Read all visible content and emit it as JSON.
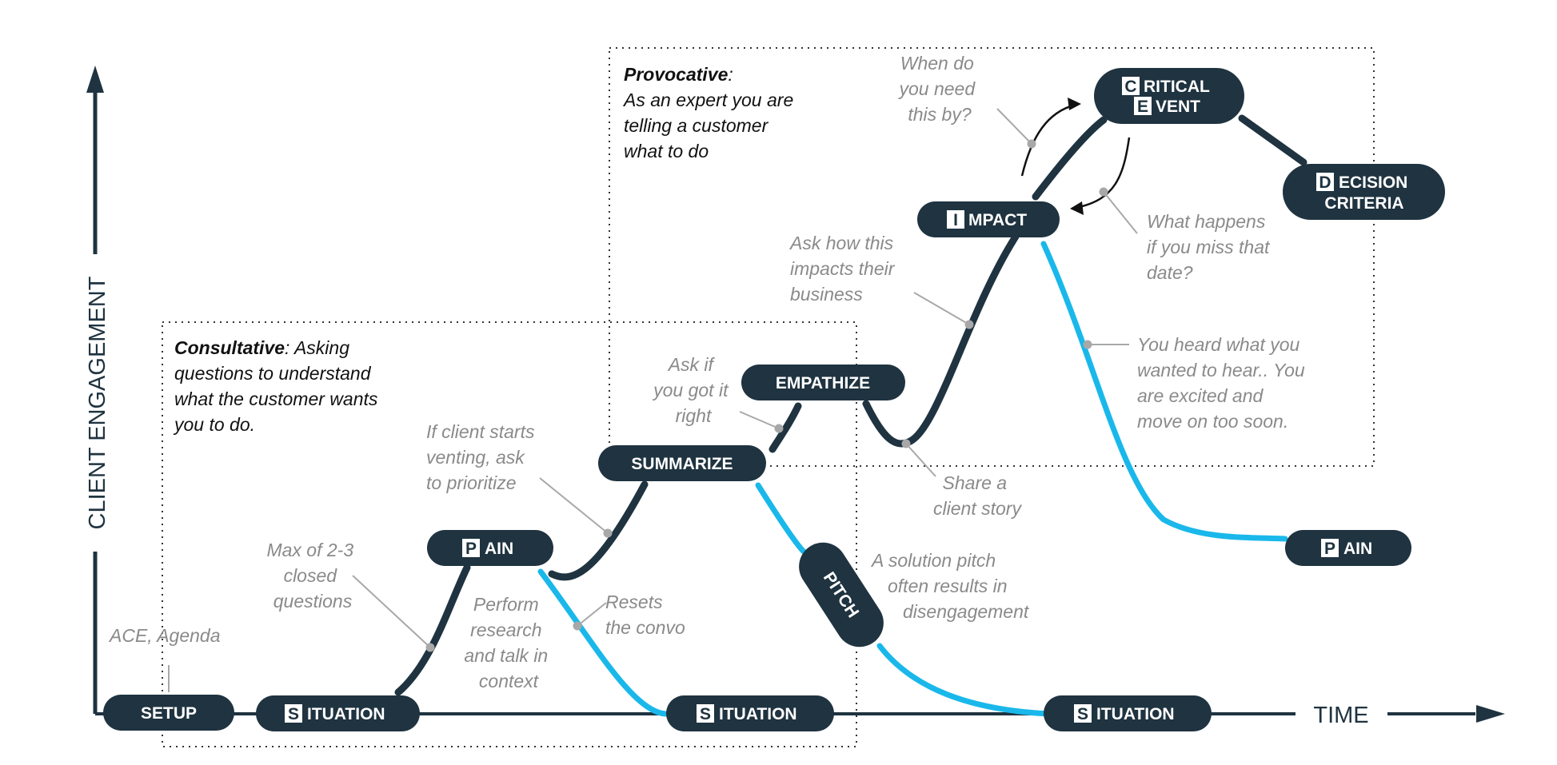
{
  "colors": {
    "dark": "#1f3340",
    "accent": "#1ab8ea",
    "note": "#8a8a8a",
    "leader": "#a8a8a8"
  },
  "axes": {
    "y_label": "CLIENT ENGAGEMENT",
    "x_label": "TIME"
  },
  "boxes": {
    "consultative": {
      "bold": "Consultative",
      "lines": [
        ": Asking",
        "questions to understand",
        "what the customer wants",
        "you to do."
      ]
    },
    "provocative": {
      "bold": "Provocative",
      "lines": [
        ":",
        "As an expert you are",
        "telling a customer",
        "what to do"
      ]
    }
  },
  "nodes": {
    "setup": {
      "text": "SETUP"
    },
    "situation_1": {
      "letter": "S",
      "text": "ITUATION"
    },
    "pain_1": {
      "letter": "P",
      "text": "AIN"
    },
    "situation_2": {
      "letter": "S",
      "text": "ITUATION"
    },
    "summarize": {
      "text": "SUMMARIZE"
    },
    "empathize": {
      "text": "EMPATHIZE"
    },
    "pitch": {
      "text": "PITCH"
    },
    "impact": {
      "letter": "I",
      "text": "MPACT"
    },
    "critical_event": {
      "letter_1": "C",
      "text_1": "RITICAL",
      "letter_2": "E",
      "text_2": "VENT"
    },
    "decision_criteria": {
      "letter": "D",
      "text_1": "ECISION",
      "text_2": "CRITERIA"
    },
    "situation_3": {
      "letter": "S",
      "text": "ITUATION"
    },
    "pain_2": {
      "letter": "P",
      "text": "AIN"
    }
  },
  "annotations": {
    "ace_agenda": [
      "ACE, Agenda"
    ],
    "max_closed": [
      "Max of 2-3",
      "closed",
      "questions"
    ],
    "venting": [
      "If client starts",
      "venting, ask",
      "to prioritize"
    ],
    "research": [
      "Perform",
      "research",
      "and talk in",
      "context"
    ],
    "resets": [
      "Resets",
      "the convo"
    ],
    "got_it_right": [
      "Ask if",
      "you got it",
      "right"
    ],
    "client_story": [
      "Share a",
      "client story"
    ],
    "pitch_result": [
      "A solution pitch",
      "often results in",
      "disengagement"
    ],
    "impacts_business": [
      "Ask how this",
      "impacts their",
      "business"
    ],
    "need_by": [
      "When do",
      "you need",
      "this by?"
    ],
    "miss_date": [
      "What happens",
      "if you miss that",
      "date?"
    ],
    "heard_what": [
      "You heard what you",
      "wanted to hear.. You",
      "are excited and",
      "move on too soon."
    ]
  }
}
